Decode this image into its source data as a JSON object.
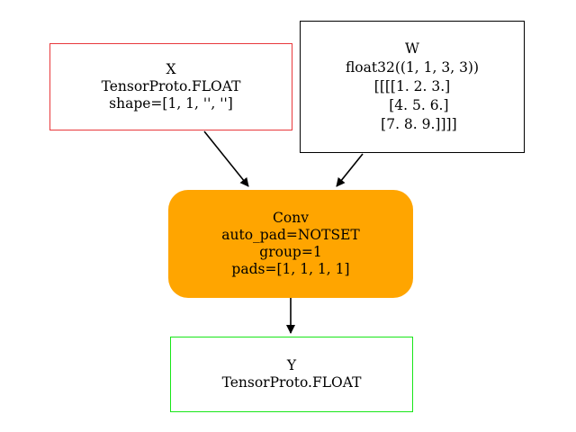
{
  "nodes": {
    "x": {
      "lines": [
        "X",
        "TensorProto.FLOAT",
        "shape=[1, 1, '', '']"
      ],
      "border_color": "#e8383b"
    },
    "w": {
      "lines": [
        "W",
        "float32((1, 1, 3, 3))",
        "[[[[1. 2. 3.]",
        "   [4. 5. 6.]",
        "   [7. 8. 9.]]]]"
      ],
      "border_color": "#000000"
    },
    "conv": {
      "lines": [
        "Conv",
        "auto_pad=NOTSET",
        "group=1",
        "pads=[1, 1, 1, 1]"
      ],
      "fill_color": "#ffa500"
    },
    "y": {
      "lines": [
        "Y",
        "TensorProto.FLOAT"
      ],
      "border_color": "#18e618"
    }
  },
  "edges": [
    {
      "from": "x",
      "to": "conv"
    },
    {
      "from": "w",
      "to": "conv"
    },
    {
      "from": "conv",
      "to": "y"
    }
  ]
}
